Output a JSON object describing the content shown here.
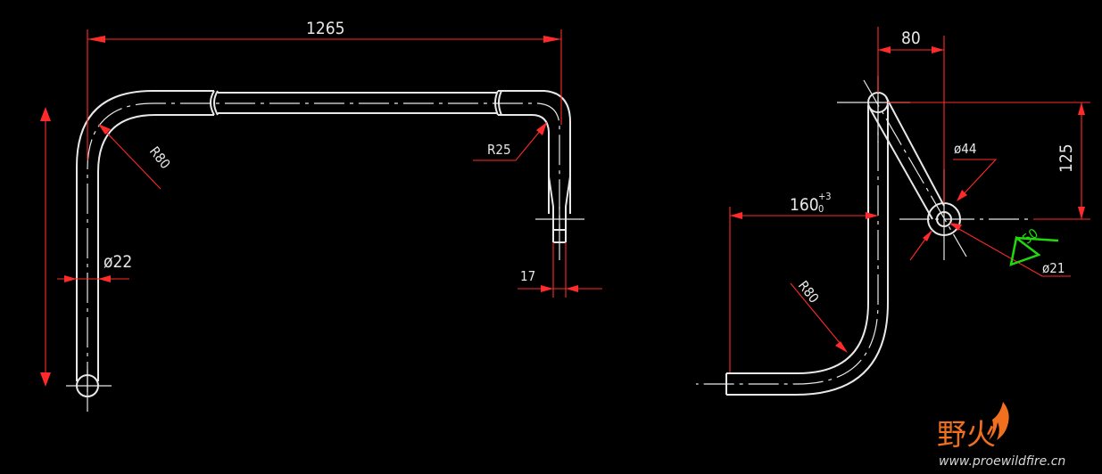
{
  "drawing": {
    "front_view": {
      "overall_length": "1265",
      "bend_radius_left": "R80",
      "bend_radius_right": "R25",
      "pipe_diameter": "ø22",
      "end_offset": "17"
    },
    "side_view": {
      "top_offset": "80",
      "vertical_offset": "125",
      "horizontal_dim_base": "160",
      "horizontal_dim_upper_tol": "+3",
      "horizontal_dim_lower_tol": "0",
      "bend_radius": "R80",
      "bore_diameter": "ø44",
      "hole_diameter": "ø21",
      "weld_size": "50"
    },
    "colors": {
      "background": "#000000",
      "geometry": "#e8e8e8",
      "dimension": "#ff2a2a",
      "weld_symbol": "#21d80e",
      "watermark": "#f07020"
    }
  },
  "watermark": {
    "logo_text": "野火",
    "url": "www.proewildfire.cn",
    "icon": "flame-icon"
  }
}
